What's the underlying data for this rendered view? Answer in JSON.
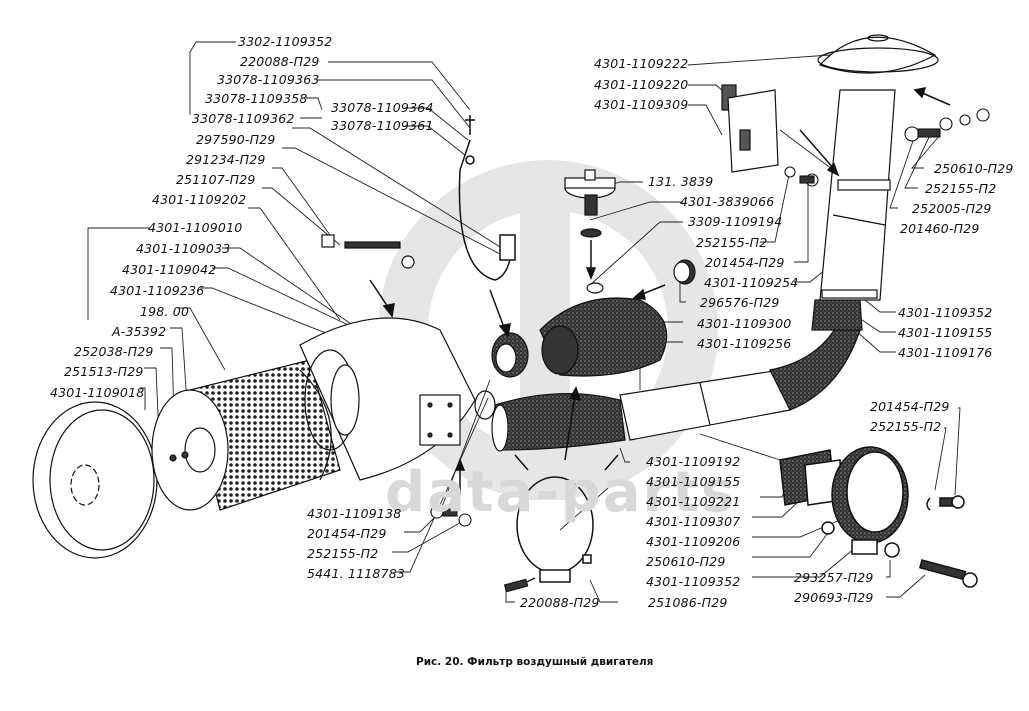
{
  "figure": {
    "caption": "Рис. 20. Фильтр воздушный двигателя",
    "watermark": "data-parts",
    "watermark_logo": "gaz-logo-icon"
  },
  "labels": {
    "top_left": [
      "3302-1109352",
      "220088-П29",
      "33078-1109363",
      "33078-1109358",
      "33078-1109364",
      "33078-1109361",
      "33078-1109362",
      "297590-П29",
      "291234-П29",
      "251107-П29",
      "4301-1109202",
      "4301-1109010",
      "4301-1109033",
      "4301-1109042",
      "4301-1109236",
      "198. 00",
      "A-35392",
      "252038-П29",
      "251513-П29",
      "4301-1109018"
    ],
    "bottom_left": [
      "4301-1109138",
      "201454-П29",
      "252155-П2",
      "5441. 1118783",
      "220088-П29"
    ],
    "top_center": [
      "4301-1109222",
      "4301-1109220",
      "4301-1109309",
      "131. 3839",
      "4301-3839066",
      "3309-1109194",
      "252155-П2",
      "201454-П29",
      "4301-1109254",
      "296576-П29",
      "4301-1109300",
      "4301-1109256"
    ],
    "right": [
      "250610-П29",
      "252155-П2",
      "252005-П29",
      "201460-П29",
      "4301-1109352",
      "4301-1109155",
      "4301-1109176",
      "201454-П29",
      "252155-П2"
    ],
    "bottom_center": [
      "4301-1109192",
      "4301-1109155",
      "4301-1109221",
      "4301-1109307",
      "4301-1109206",
      "250610-П29",
      "4301-1109352",
      "251086-П29",
      "293257-П29",
      "290693-П29"
    ]
  }
}
